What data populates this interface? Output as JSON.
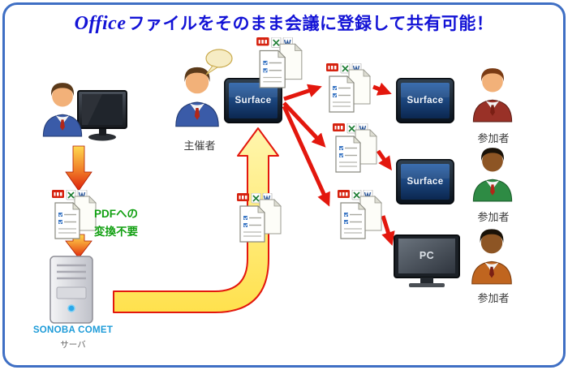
{
  "title": {
    "office": "Office",
    "rest": "ファイルをそのまま会議に登録して共有可能！"
  },
  "left_flow": {
    "pdf_note_line1": "PDFへの",
    "pdf_note_line2": "変換不要",
    "server_name": "SONOBA COMET",
    "server_caption": "サーバ"
  },
  "organizer": {
    "label": "主催者",
    "device_label": "Surface"
  },
  "participants": [
    {
      "label": "参加者",
      "device_label": "Surface"
    },
    {
      "label": "参加者",
      "device_label": "Surface"
    },
    {
      "label": "参加者",
      "device_label": "PC"
    }
  ],
  "icons": {
    "documents_stack": "office-documents-stack",
    "pdf_badge": "pdf-file",
    "excel_badge": "excel-file",
    "word_badge": "word-file",
    "speech_bubble": "speech-bubble",
    "server": "server-tower",
    "monitor": "desktop-monitor"
  },
  "colors": {
    "frame_blue": "#3F6FC4",
    "title_blue": "#1313D6",
    "arrow_red": "#E3170D",
    "arrow_yellow": "#FFEC5C",
    "note_green": "#12A012",
    "logo_blue": "#1D9BD8"
  }
}
